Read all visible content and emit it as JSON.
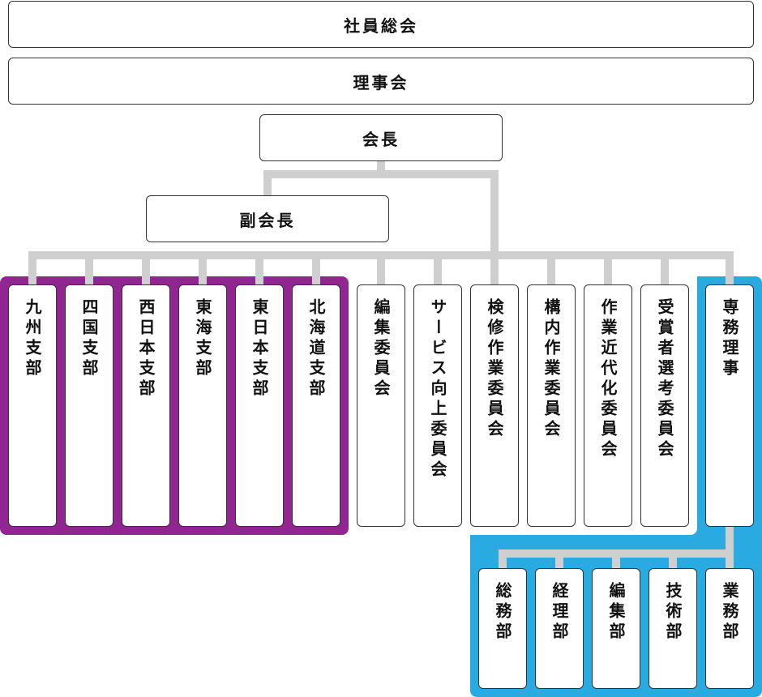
{
  "colors": {
    "regional_region": "#912591",
    "executive_region": "#29abe2",
    "connector": "#cfcfcf"
  },
  "top_levels": {
    "general_assembly": "社員総会",
    "board": "理事会",
    "president": "会長",
    "vice_president": "副会長"
  },
  "branches": [
    "九州支部",
    "四国支部",
    "西日本支部",
    "東海支部",
    "東日本支部",
    "北海道支部"
  ],
  "committees": [
    "編集委員会",
    "サービス向上委員会",
    "検修作業委員会",
    "構内作業委員会",
    "作業近代化委員会",
    "受賞者選考委員会"
  ],
  "executive_director": "専務理事",
  "departments": [
    "総務部",
    "経理部",
    "編集部",
    "技術部",
    "業務部"
  ]
}
